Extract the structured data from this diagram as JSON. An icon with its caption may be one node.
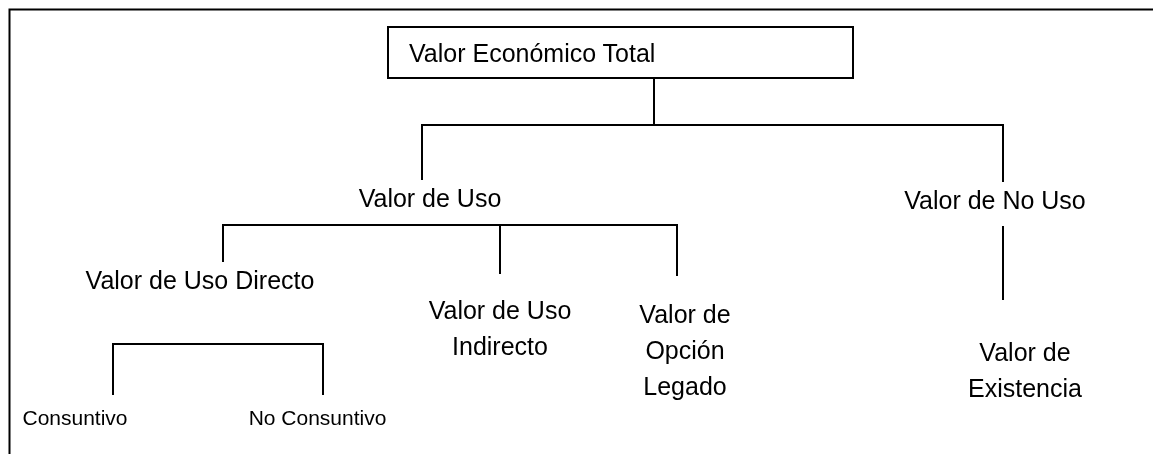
{
  "diagram": {
    "nodes": [
      {
        "text": [
          "Valor Económico Total"
        ]
      },
      {
        "text": [
          "Valor de Uso"
        ]
      },
      {
        "text": [
          "Valor de No Uso"
        ]
      },
      {
        "text": [
          "Valor de Uso Directo"
        ]
      },
      {
        "text": [
          "Valor de Uso Indirecto"
        ]
      },
      {
        "text": [
          "Valor de Opción Legado"
        ]
      },
      {
        "text": [
          "Valor de Existencia"
        ]
      },
      {
        "text": [
          "Consuntivo"
        ]
      },
      {
        "text": [
          "No Consuntivo"
        ]
      }
    ],
    "edges": [
      {
        "from": 0,
        "to": 1,
        "arrow": "none"
      },
      {
        "from": 0,
        "to": 2,
        "arrow": "none"
      },
      {
        "from": 1,
        "to": 3,
        "arrow": "none"
      },
      {
        "from": 1,
        "to": 4,
        "arrow": "none"
      },
      {
        "from": 1,
        "to": 5,
        "arrow": "none"
      },
      {
        "from": 2,
        "to": 6,
        "arrow": "none"
      },
      {
        "from": 3,
        "to": 7,
        "arrow": "none"
      },
      {
        "from": 3,
        "to": 8,
        "arrow": "none"
      }
    ]
  }
}
